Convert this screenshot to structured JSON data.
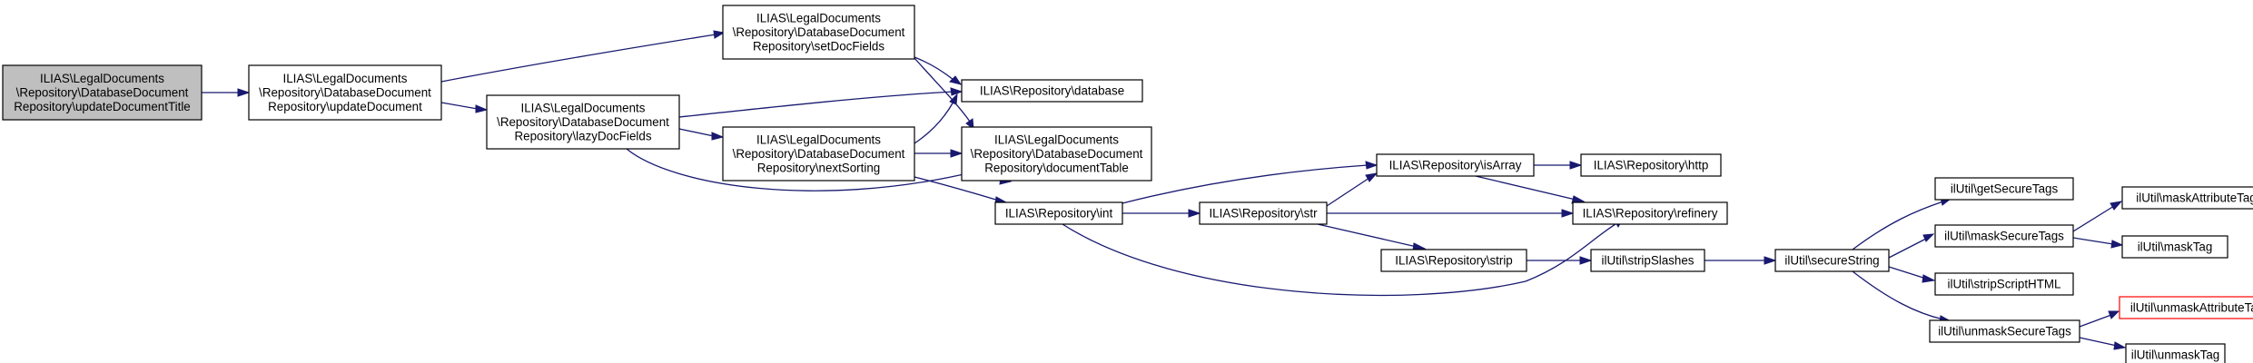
{
  "colors": {
    "edge": "#191970",
    "node_border": "#000000",
    "node_fill": "#ffffff",
    "root_fill": "#bfbfbf",
    "highlight_border": "#ff0000"
  },
  "nodes": [
    {
      "id": "n0",
      "lines": [
        "ILIAS\\LegalDocuments",
        "\\Repository\\DatabaseDocument",
        "Repository\\updateDocumentTitle"
      ],
      "style": "root"
    },
    {
      "id": "n1",
      "lines": [
        "ILIAS\\LegalDocuments",
        "\\Repository\\DatabaseDocument",
        "Repository\\updateDocument"
      ],
      "style": "normal"
    },
    {
      "id": "n2",
      "lines": [
        "ILIAS\\LegalDocuments",
        "\\Repository\\DatabaseDocument",
        "Repository\\setDocFields"
      ],
      "style": "normal"
    },
    {
      "id": "n3",
      "lines": [
        "ILIAS\\LegalDocuments",
        "\\Repository\\DatabaseDocument",
        "Repository\\lazyDocFields"
      ],
      "style": "normal"
    },
    {
      "id": "n4",
      "lines": [
        "ILIAS\\Repository\\database"
      ],
      "style": "normal"
    },
    {
      "id": "n5",
      "lines": [
        "ILIAS\\LegalDocuments",
        "\\Repository\\DatabaseDocument",
        "Repository\\documentTable"
      ],
      "style": "normal"
    },
    {
      "id": "n6",
      "lines": [
        "ILIAS\\LegalDocuments",
        "\\Repository\\DatabaseDocument",
        "Repository\\nextSorting"
      ],
      "style": "normal"
    },
    {
      "id": "n7",
      "lines": [
        "ILIAS\\Repository\\int"
      ],
      "style": "normal"
    },
    {
      "id": "n8",
      "lines": [
        "ILIAS\\Repository\\isArray"
      ],
      "style": "normal"
    },
    {
      "id": "n9",
      "lines": [
        "ILIAS\\Repository\\str"
      ],
      "style": "normal"
    },
    {
      "id": "n10",
      "lines": [
        "ILIAS\\Repository\\strip"
      ],
      "style": "normal"
    },
    {
      "id": "n11",
      "lines": [
        "ILIAS\\Repository\\http"
      ],
      "style": "normal"
    },
    {
      "id": "n12",
      "lines": [
        "ILIAS\\Repository\\refinery"
      ],
      "style": "normal"
    },
    {
      "id": "n13",
      "lines": [
        "ilUtil\\stripSlashes"
      ],
      "style": "normal"
    },
    {
      "id": "n14",
      "lines": [
        "ilUtil\\secureString"
      ],
      "style": "normal"
    },
    {
      "id": "n15",
      "lines": [
        "ilUtil\\getSecureTags"
      ],
      "style": "normal"
    },
    {
      "id": "n16",
      "lines": [
        "ilUtil\\maskSecureTags"
      ],
      "style": "normal"
    },
    {
      "id": "n17",
      "lines": [
        "ilUtil\\stripScriptHTML"
      ],
      "style": "normal"
    },
    {
      "id": "n18",
      "lines": [
        "ilUtil\\unmaskSecureTags"
      ],
      "style": "normal"
    },
    {
      "id": "n19",
      "lines": [
        "ilUtil\\maskAttributeTag"
      ],
      "style": "normal"
    },
    {
      "id": "n20",
      "lines": [
        "ilUtil\\maskTag"
      ],
      "style": "normal"
    },
    {
      "id": "n21",
      "lines": [
        "ilUtil\\unmaskAttributeTag"
      ],
      "style": "highlight"
    },
    {
      "id": "n22",
      "lines": [
        "ilUtil\\unmaskTag"
      ],
      "style": "normal"
    }
  ],
  "edges": [
    {
      "from": "n0",
      "to": "n1"
    },
    {
      "from": "n1",
      "to": "n2"
    },
    {
      "from": "n1",
      "to": "n3"
    },
    {
      "from": "n2",
      "to": "n4"
    },
    {
      "from": "n2",
      "to": "n5"
    },
    {
      "from": "n3",
      "to": "n4"
    },
    {
      "from": "n3",
      "to": "n6"
    },
    {
      "from": "n3",
      "to": "n5"
    },
    {
      "from": "n6",
      "to": "n4"
    },
    {
      "from": "n6",
      "to": "n5"
    },
    {
      "from": "n6",
      "to": "n7"
    },
    {
      "from": "n7",
      "to": "n8"
    },
    {
      "from": "n7",
      "to": "n9"
    },
    {
      "from": "n7",
      "to": "n12"
    },
    {
      "from": "n9",
      "to": "n8"
    },
    {
      "from": "n9",
      "to": "n12"
    },
    {
      "from": "n9",
      "to": "n10"
    },
    {
      "from": "n8",
      "to": "n11"
    },
    {
      "from": "n8",
      "to": "n12"
    },
    {
      "from": "n10",
      "to": "n13"
    },
    {
      "from": "n13",
      "to": "n14"
    },
    {
      "from": "n14",
      "to": "n15"
    },
    {
      "from": "n14",
      "to": "n16"
    },
    {
      "from": "n14",
      "to": "n17"
    },
    {
      "from": "n14",
      "to": "n18"
    },
    {
      "from": "n16",
      "to": "n19"
    },
    {
      "from": "n16",
      "to": "n20"
    },
    {
      "from": "n18",
      "to": "n21"
    },
    {
      "from": "n18",
      "to": "n22"
    }
  ]
}
